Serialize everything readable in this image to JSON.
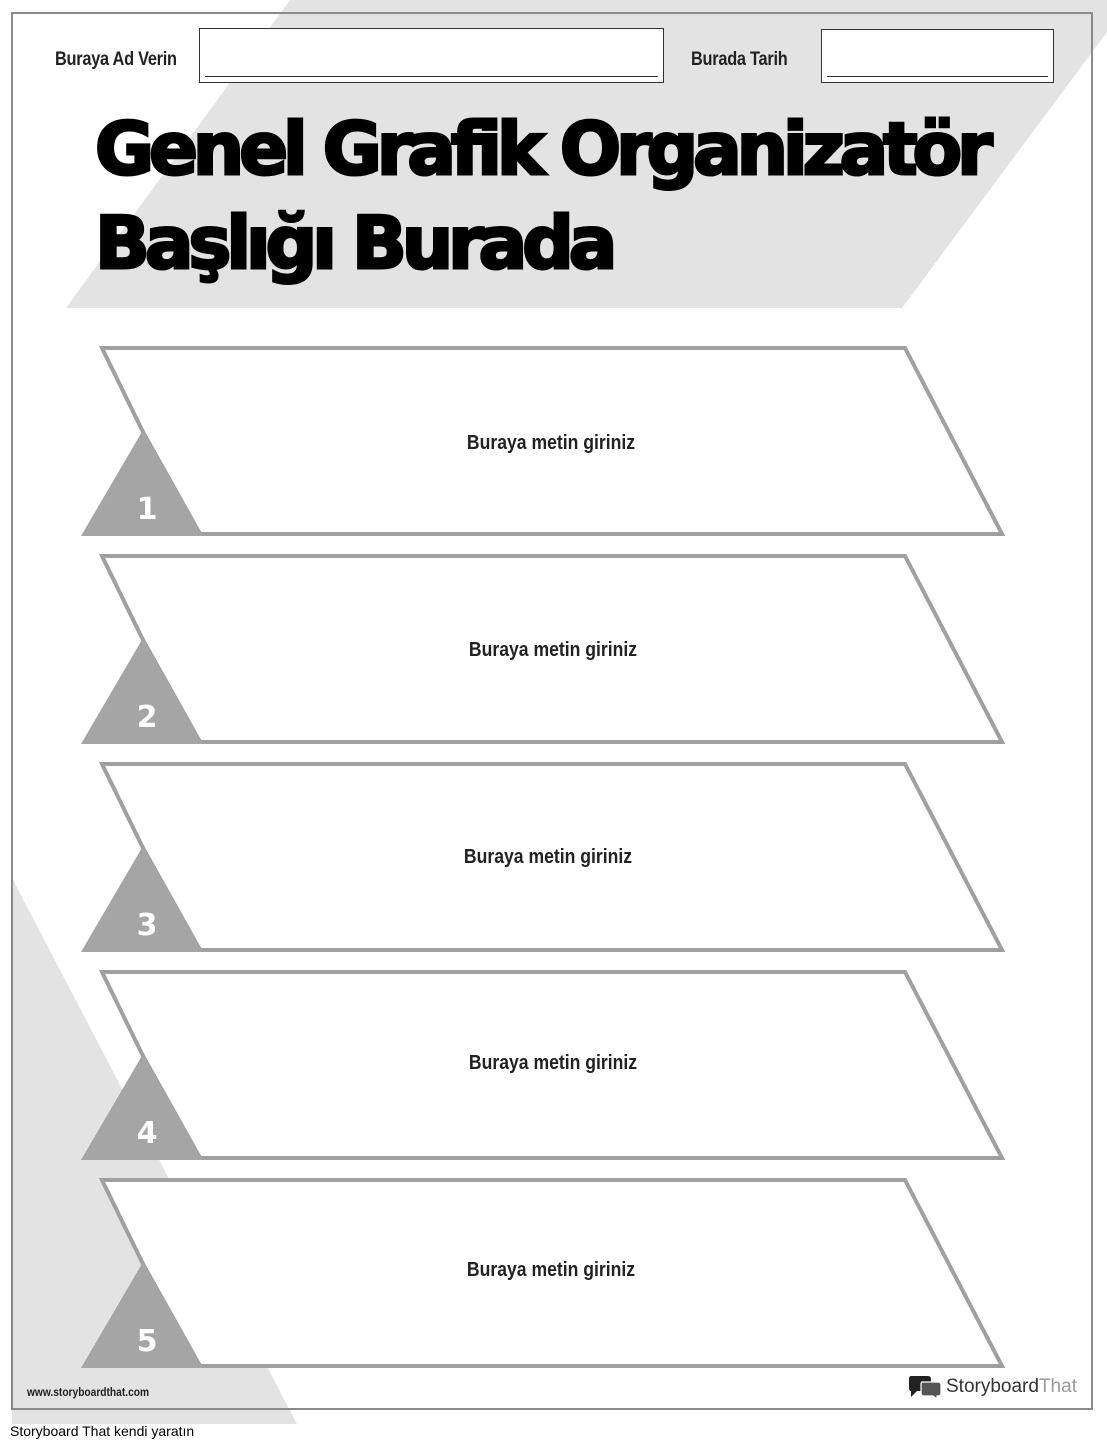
{
  "header": {
    "name_label": "Buraya Ad Verin",
    "date_label": "Burada Tarih"
  },
  "title": "Genel Grafik Organizatör Başlığı Burada",
  "rows": [
    {
      "number": "1",
      "text": "Buraya metin giriniz"
    },
    {
      "number": "2",
      "text": "Buraya metin giriniz"
    },
    {
      "number": "3",
      "text": "Buraya metin giriniz"
    },
    {
      "number": "4",
      "text": "Buraya metin giriniz"
    },
    {
      "number": "5",
      "text": "Buraya metin giriniz"
    }
  ],
  "footer": {
    "url": "www.storyboardthat.com",
    "logo_dark": "Storyboard",
    "logo_light": "That",
    "caption": "Storyboard That kendi yaratın"
  },
  "colors": {
    "accent_gray": "#e3e3e3",
    "outline_gray": "#a0a0a0",
    "triangle_gray": "#a5a5a5"
  },
  "icons": [
    "storyboardthat-logo-icon"
  ]
}
